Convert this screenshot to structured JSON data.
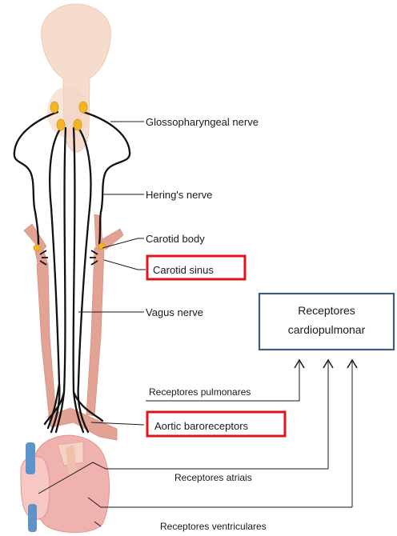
{
  "labels": {
    "glossopharyngeal": "Glossopharyngeal nerve",
    "hering": "Hering's nerve",
    "carotid_body": "Carotid body",
    "carotid_sinus": "Carotid sinus",
    "vagus": "Vagus nerve",
    "aortic": "Aortic baroreceptors",
    "pulmonares": "Receptores pulmonares",
    "atriais": "Receptores atriais",
    "ventriculares": "Receptores ventriculares"
  },
  "receptor_box": {
    "line1": "Receptores",
    "line2": "cardiopulmonar"
  },
  "colors": {
    "highlight_border": "#e0141b",
    "receptor_box_border": "#3f5e7e",
    "brainstem": "#f6dccd",
    "artery": "#e2a294",
    "ganglion": "#f2b624",
    "heart": "#f0b2ae",
    "vein": "#5e93c9"
  }
}
